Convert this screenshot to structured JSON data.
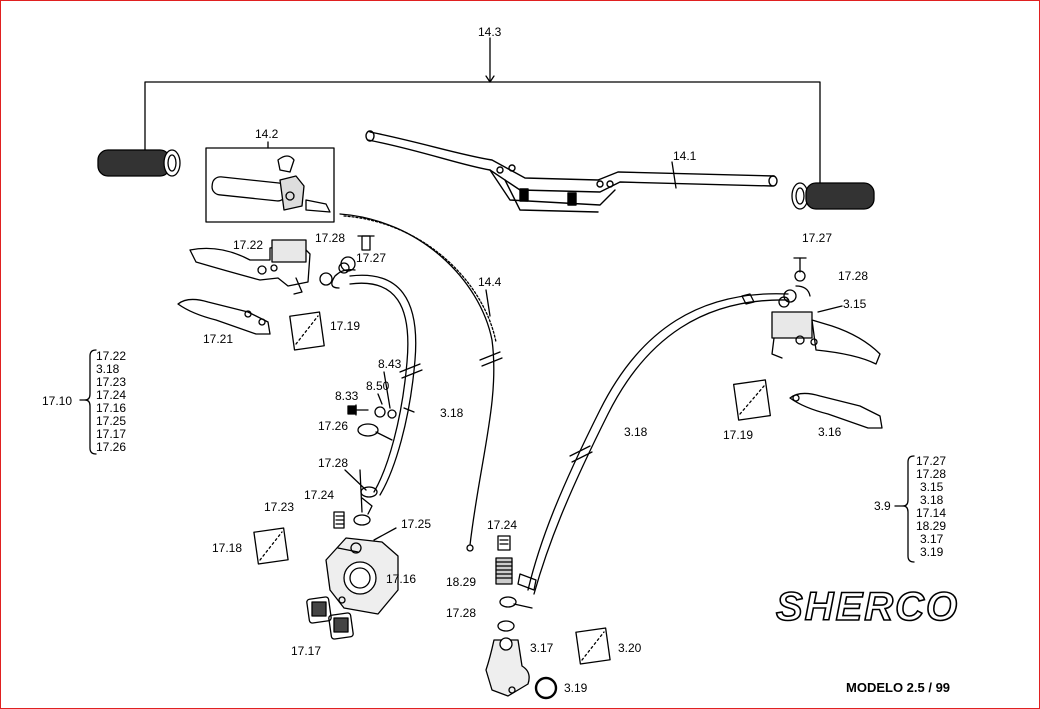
{
  "labels": {
    "handlebar_assembly": "14.3",
    "throttle_group": "14.2",
    "handlebar": "14.1",
    "throttle_cable": "14.4",
    "left_17_22": "17.22",
    "left_17_28": "17.28",
    "left_17_27": "17.27",
    "left_17_21": "17.21",
    "left_17_19": "17.19",
    "right_17_27": "17.27",
    "right_17_28": "17.28",
    "right_3_15": "3.15",
    "right_17_19": "17.19",
    "right_3_16": "3.16",
    "hose_left_3_18": "3.18",
    "hose_right_3_18": "3.18",
    "lbl_8_43": "8.43",
    "lbl_8_50": "8.50",
    "lbl_8_33": "8.33",
    "lbl_17_26": "17.26",
    "lower_17_28": "17.28",
    "lower_17_24": "17.24",
    "lower_17_23": "17.23",
    "lower_17_25": "17.25",
    "lower_17_18": "17.18",
    "lower_17_16": "17.16",
    "lower_17_17": "17.17",
    "rear_17_24": "17.24",
    "rear_18_29": "18.29",
    "rear_17_28": "17.28",
    "rear_3_17": "3.17",
    "rear_3_20": "3.20",
    "rear_3_19": "3.19"
  },
  "kit_front": {
    "code": "17.10",
    "items": [
      "17.22",
      "3.18",
      "17.23",
      "17.24",
      "17.16",
      "17.25",
      "17.17",
      "17.26"
    ]
  },
  "kit_rear": {
    "code": "3.9",
    "items": [
      "17.27",
      "17.28",
      "3.15",
      "3.18",
      "17.14",
      "18.29",
      "3.17",
      "3.19"
    ]
  },
  "brand": "SHERCO",
  "model": "MODELO 2.5 / 99"
}
